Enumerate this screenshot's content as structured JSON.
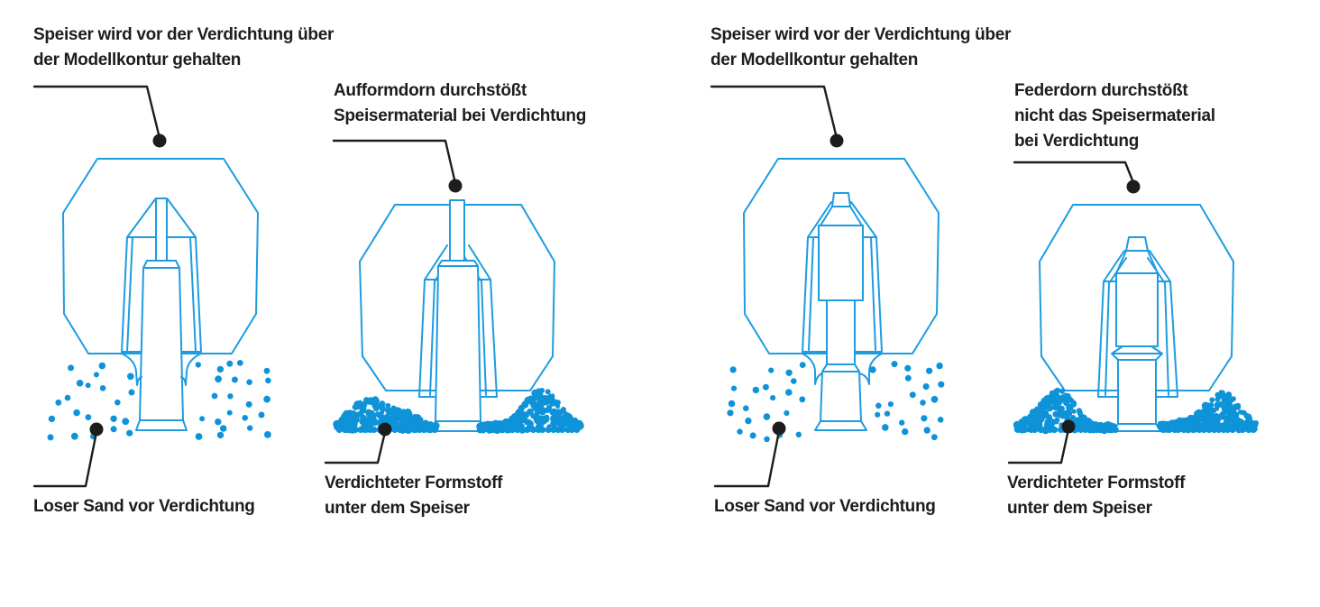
{
  "colors": {
    "line_blue": "#1E9CE0",
    "sand_blue": "#0E93D9",
    "ink": "#1D1D1B",
    "background": "#FFFFFF"
  },
  "figures": [
    {
      "top_label": "Speiser wird vor der Verdichtung über\nder Modellkontur gehalten",
      "bottom_label": "Loser Sand vor Verdichtung"
    },
    {
      "top_label": "Aufformdorn durchstößt\nSpeisermaterial bei Verdichtung",
      "bottom_label": "Verdichteter Formstoff\nunter dem Speiser"
    },
    {
      "top_label": "Speiser wird vor der Verdichtung über\nder Modellkontur gehalten",
      "bottom_label": "Loser Sand vor Verdichtung"
    },
    {
      "top_label": "Federdorn durchstößt\nnicht das Speisermaterial\nbei Verdichtung",
      "bottom_label": "Verdichteter Formstoff\nunter dem Speiser"
    }
  ]
}
